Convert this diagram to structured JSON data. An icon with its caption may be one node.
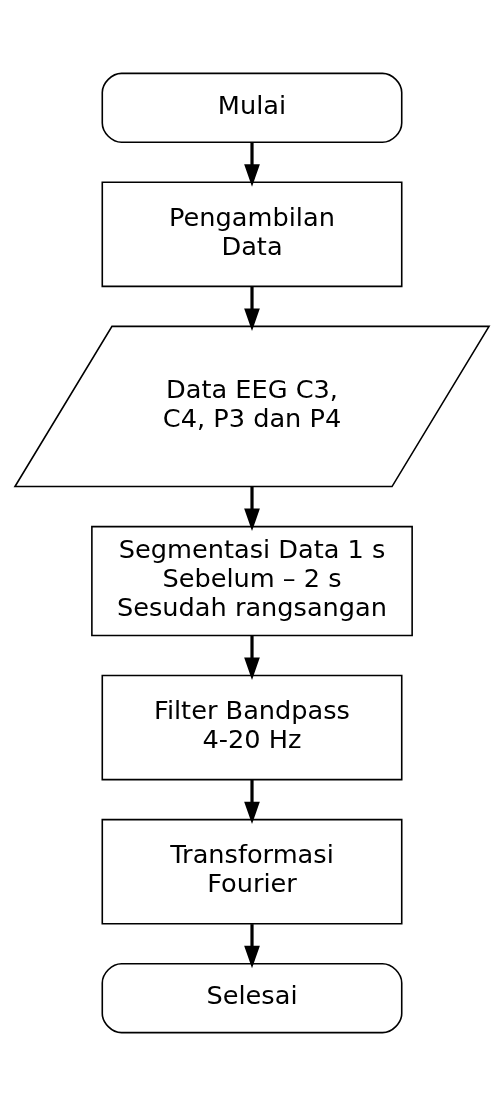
{
  "diagram": {
    "nodes": [
      {
        "text": [
          "Mulai"
        ]
      },
      {
        "text": [
          "Pengambilan Data"
        ]
      },
      {
        "text": [
          "Data EEG C3, C4, P3 dan P4"
        ]
      },
      {
        "text": [
          "Segmentasi Data 1 s Sebelum – 2 s Sesudah rangsangan"
        ]
      },
      {
        "text": [
          "Filter Bandpass 4-20 Hz"
        ]
      },
      {
        "text": [
          "Transformasi Fourier"
        ]
      },
      {
        "text": [
          "Selesai"
        ]
      }
    ],
    "edges": [
      {
        "from": 0,
        "to": 1,
        "arrow": "to"
      },
      {
        "from": 1,
        "to": 2,
        "arrow": "to"
      },
      {
        "from": 2,
        "to": 3,
        "arrow": "to"
      },
      {
        "from": 3,
        "to": 4,
        "arrow": "to"
      },
      {
        "from": 4,
        "to": 5,
        "arrow": "to"
      },
      {
        "from": 5,
        "to": 6,
        "arrow": "to"
      }
    ]
  }
}
